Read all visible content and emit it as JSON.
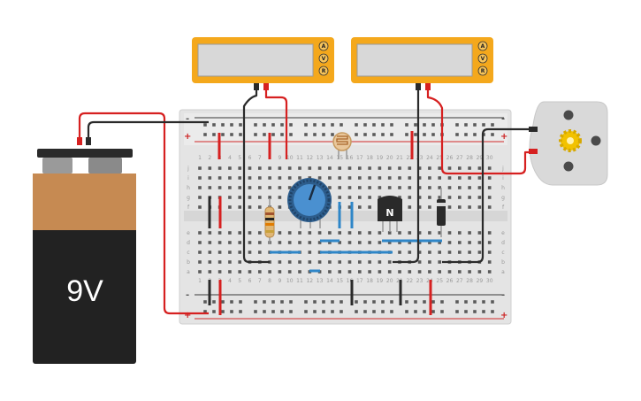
{
  "battery": {
    "label": "9V"
  },
  "breadboard": {
    "column_numbers": [
      "1",
      "2",
      "3",
      "4",
      "5",
      "6",
      "7",
      "8",
      "9",
      "10",
      "11",
      "12",
      "13",
      "14",
      "15",
      "16",
      "17",
      "18",
      "19",
      "20",
      "21",
      "22",
      "23",
      "24",
      "25",
      "26",
      "27",
      "28",
      "29",
      "30"
    ],
    "row_letters_top": [
      "j",
      "i",
      "h",
      "g",
      "f"
    ],
    "row_letters_bottom": [
      "e",
      "d",
      "c",
      "b",
      "a"
    ],
    "rail_plus": "+",
    "rail_minus": "-"
  },
  "multimeters": [
    {
      "buttons": [
        "A",
        "V",
        "R"
      ]
    },
    {
      "buttons": [
        "A",
        "V",
        "R"
      ]
    }
  ],
  "transistor": {
    "label": "N"
  },
  "colors": {
    "board": "#e9e9e9",
    "rail_red": "#d02a2a",
    "rail_dark": "#3a3a3a",
    "wire_red": "#d62020",
    "wire_black": "#2a2a2a",
    "wire_blue": "#2e86c8",
    "battery_orange": "#c68a52",
    "battery_black": "#222222",
    "meter_orange": "#f4a81c",
    "meter_screen": "#d8d8d8",
    "pot_blue": "#3f86c9",
    "motor_gear": "#f2c200"
  }
}
